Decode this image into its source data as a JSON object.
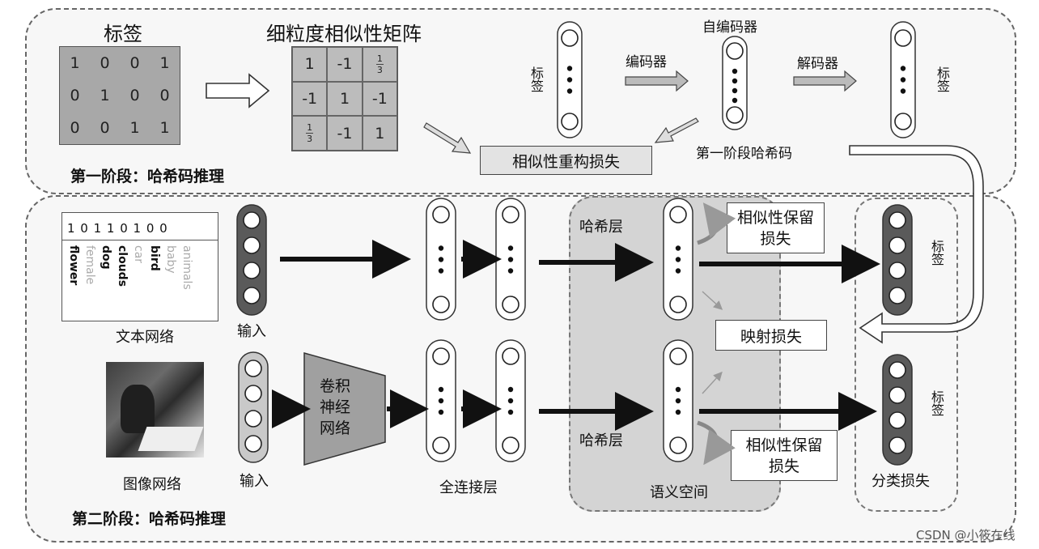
{
  "stage1": {
    "label_title": "标签",
    "matrix_title": "细粒度相似性矩阵",
    "label_matrix": [
      [
        "1",
        "0",
        "0",
        "1"
      ],
      [
        "0",
        "1",
        "0",
        "0"
      ],
      [
        "0",
        "0",
        "1",
        "1"
      ]
    ],
    "sim_matrix_row1": [
      "1",
      "-1"
    ],
    "sim_matrix_row2": [
      "-1",
      "1",
      "-1"
    ],
    "sim_matrix_row3": [
      "-1",
      "1"
    ],
    "frac_num": "1",
    "frac_den": "3",
    "label_left": "标签",
    "label_right": "标签",
    "encoder": "编码器",
    "decoder": "解码器",
    "autoencoder": "自编码器",
    "recon_loss": "相似性重构损失",
    "stage1_hash": "第一阶段哈希码",
    "title": "第一阶段：哈希码推理"
  },
  "stage2": {
    "text_bits": "1 0 1 1 0 1 0 0",
    "text_words": [
      "flower",
      "female",
      "dog",
      "clouds",
      "car",
      "bird",
      "baby",
      "animals"
    ],
    "text_net": "文本网络",
    "image_net": "图像网络",
    "input_top": "输入",
    "input_bottom": "输入",
    "cnn": "卷积神经网络",
    "fc_layer": "全连接层",
    "hash_layer_top": "哈希层",
    "hash_layer_bottom": "哈希层",
    "sim_keep_top": "相似性保留损失",
    "sim_keep_bottom": "相似性保留损失",
    "mapping_loss": "映射损失",
    "semantic_space": "语义空间",
    "label_top": "标签",
    "label_bottom": "标签",
    "cls_loss": "分类损失",
    "title": "第二阶段：哈希码推理"
  },
  "watermark": "CSDN @小筱在线",
  "colors": {
    "stage_bg": "#f7f7f7",
    "semantic_bg": "#d4d4d4",
    "matrix_cell": "#a8a8a8",
    "dark_node": "#5a5a5a",
    "light_node": "#c9c9c9"
  }
}
